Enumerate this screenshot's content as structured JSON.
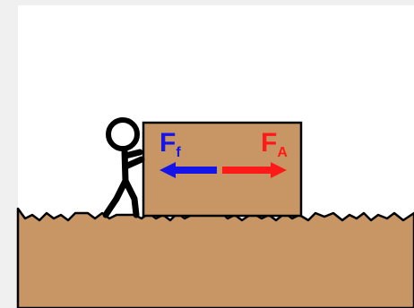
{
  "forces": {
    "friction": {
      "symbol": "F",
      "subscript": "f",
      "color": "#1515e8",
      "direction": "left"
    },
    "applied": {
      "symbol": "F",
      "subscript": "A",
      "color": "#ff1a1a",
      "direction": "right"
    }
  },
  "colors": {
    "page_background": "#f0f0f0",
    "canvas": "#ffffff",
    "ground": "#c89664",
    "box": "#c89664",
    "outline": "#000000"
  },
  "figures": {
    "person": "stick-figure-pushing",
    "object": "box"
  }
}
